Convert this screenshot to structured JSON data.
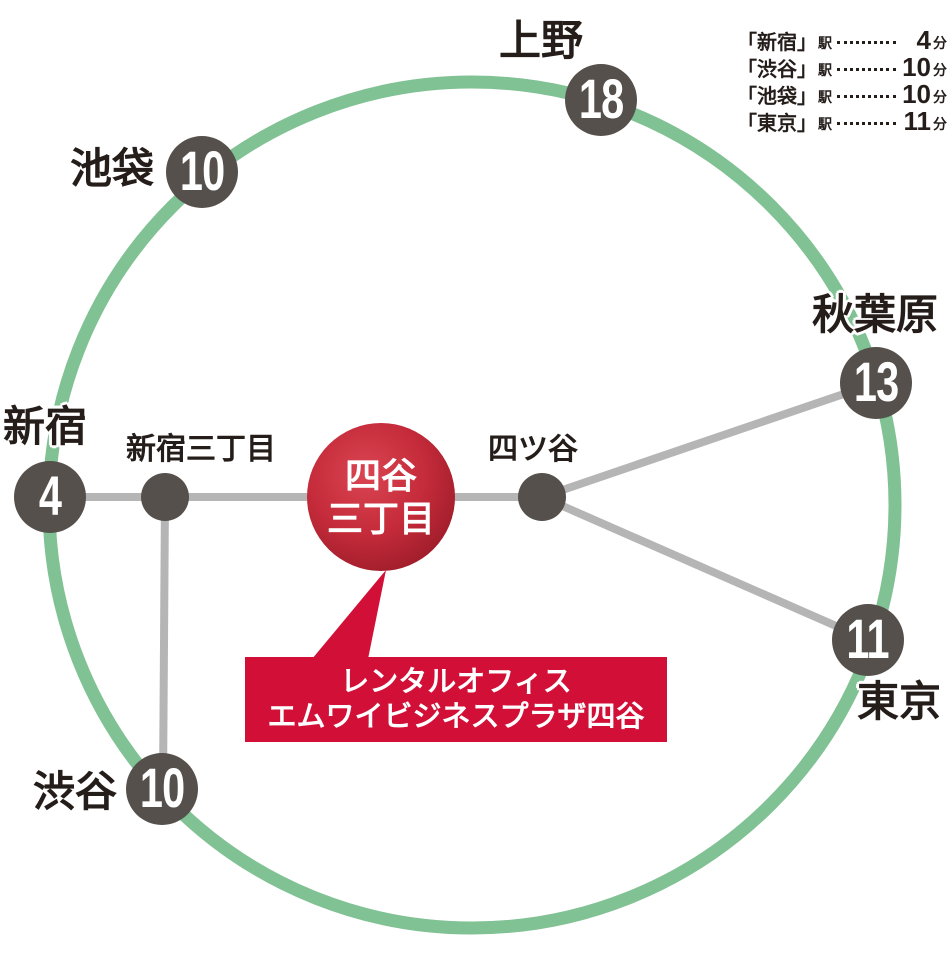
{
  "colors": {
    "loop_green": "#80c294",
    "line_gray": "#b5b5b5",
    "node_gray": "#55504b",
    "accent_red": "#d20f37",
    "text_dark": "#241d1a"
  },
  "stations": {
    "ueno": {
      "label": "上野",
      "minutes": "18"
    },
    "ikebukuro": {
      "label": "池袋",
      "minutes": "10"
    },
    "akihabara": {
      "label": "秋葉原",
      "minutes": "13"
    },
    "shinjuku": {
      "label": "新宿",
      "minutes": "4"
    },
    "tokyo": {
      "label": "東京",
      "minutes": "11"
    },
    "shibuya": {
      "label": "渋谷",
      "minutes": "10"
    },
    "shinjuku_sanchome": {
      "label": "新宿三丁目"
    },
    "yotsuya": {
      "label": "四ツ谷"
    }
  },
  "center_station": {
    "line1": "四谷",
    "line2": "三丁目"
  },
  "callout": {
    "line1": "レンタルオフィス",
    "line2": "エムワイビジネスプラザ四谷"
  },
  "legend": {
    "rows": [
      {
        "station": "「新宿」",
        "suffix": "駅",
        "minutes": "4",
        "unit": "分"
      },
      {
        "station": "「渋谷」",
        "suffix": "駅",
        "minutes": "10",
        "unit": "分"
      },
      {
        "station": "「池袋」",
        "suffix": "駅",
        "minutes": "10",
        "unit": "分"
      },
      {
        "station": "「東京」",
        "suffix": "駅",
        "minutes": "11",
        "unit": "分"
      }
    ]
  }
}
